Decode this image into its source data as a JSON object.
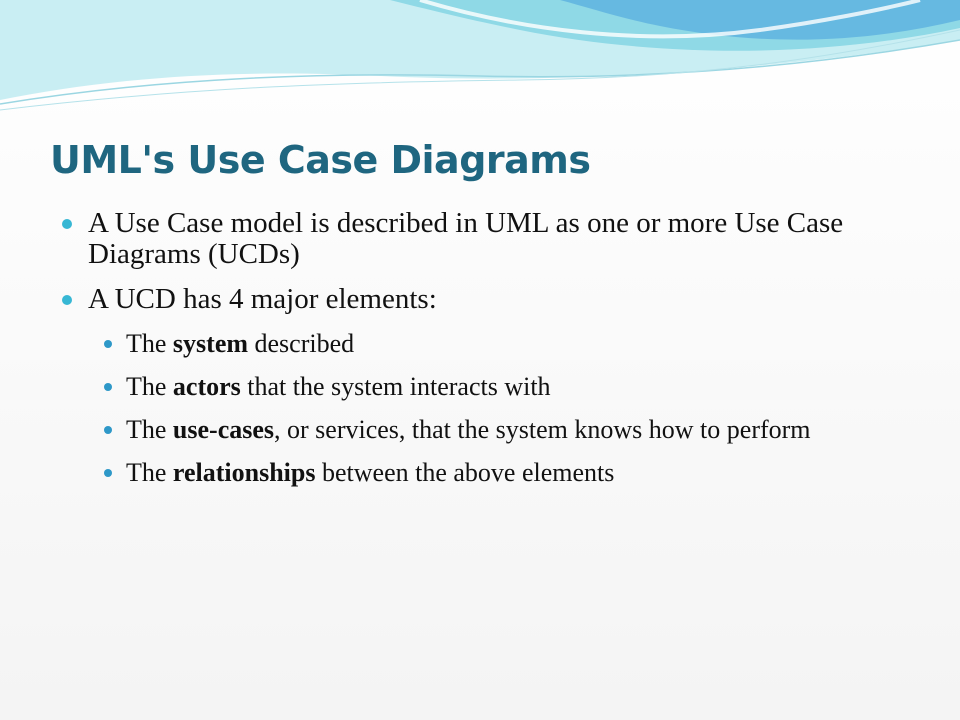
{
  "slide": {
    "title": "UML's Use Case Diagrams",
    "bullets": [
      {
        "text": "A Use Case model is described in UML as one or more Use Case Diagrams (UCDs)"
      },
      {
        "text": "A UCD has 4 major elements:"
      }
    ],
    "sub_bullets": [
      {
        "pre": "The ",
        "bold": "system",
        "post": " described"
      },
      {
        "pre": "The ",
        "bold": "actors",
        "post": " that the system interacts with"
      },
      {
        "pre": "The ",
        "bold": "use-cases",
        "post": ", or services, that the system knows how to perform"
      },
      {
        "pre": "The ",
        "bold": "relationships",
        "post": " between the above elements"
      }
    ]
  },
  "colors": {
    "title": "#1f6680",
    "bullet_level1": "#37b7d4",
    "bullet_level2": "#2e98c8",
    "wave_light": "#c9eef3",
    "wave_mid": "#8fd9e6",
    "wave_deep": "#5fb3df"
  }
}
